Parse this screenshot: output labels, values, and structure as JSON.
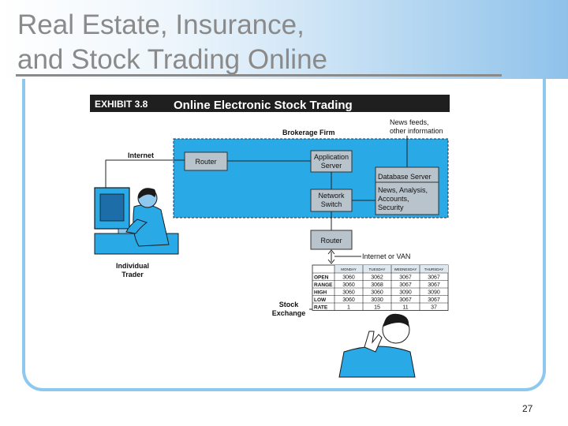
{
  "slide": {
    "title_line1": "Real Estate, Insurance,",
    "title_line2": "and Stock Trading Online",
    "page_number": "27"
  },
  "exhibit": {
    "label": "EXHIBIT 3.8",
    "title": "Online Electronic Stock Trading",
    "brokerage_firm": "Brokerage Firm",
    "news_feeds_line1": "News feeds,",
    "news_feeds_line2": "other information",
    "internet": "Internet",
    "router_top": "Router",
    "app_server_line1": "Application",
    "app_server_line2": "Server",
    "database_server": "Database Server",
    "db_line1": "News, Analysis,",
    "db_line2": "Accounts,",
    "db_line3": "Security",
    "network_switch_line1": "Network",
    "network_switch_line2": "Switch",
    "router_bottom": "Router",
    "internet_or_van": "Internet or VAN",
    "trader_line1": "Individual",
    "trader_line2": "Trader",
    "exchange_line1": "Stock",
    "exchange_line2": "Exchange",
    "board": {
      "days": [
        "MONDAY",
        "TUESDAY",
        "WEDNESDAY",
        "THURSDAY"
      ],
      "rows": [
        {
          "label": "OPEN",
          "cells": [
            "3060",
            "3062",
            "3067",
            "3067"
          ]
        },
        {
          "label": "RANGE",
          "cells": [
            "3060",
            "3068",
            "3067",
            "3067"
          ]
        },
        {
          "label": "HIGH",
          "cells": [
            "3060",
            "3060",
            "3090",
            "3090"
          ]
        },
        {
          "label": "LOW",
          "cells": [
            "3060",
            "3030",
            "3067",
            "3067"
          ]
        },
        {
          "label": "RATE",
          "cells": [
            "1",
            "15",
            "11",
            "37"
          ]
        }
      ]
    }
  },
  "colors": {
    "exhibit_header_bg": "#1f1f1f",
    "network_blue": "#29a9e6",
    "db_gray": "#b9c3cc",
    "frame_blue": "#8fc8ee"
  }
}
